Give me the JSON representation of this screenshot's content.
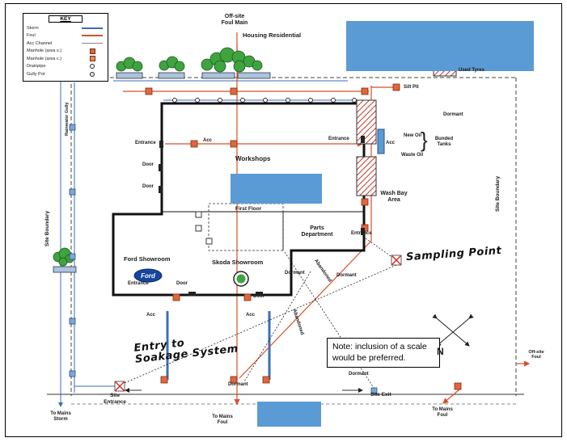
{
  "colors": {
    "storm": "#3a6fb5",
    "foul": "#d4502a",
    "manhole": "#e2663c",
    "redaction": "#5b9bd5",
    "tree": "#3fa33f",
    "hatch": "#c0392b"
  },
  "key": {
    "title": "KEY",
    "items": [
      {
        "label": "Storm",
        "icon": "storm-line"
      },
      {
        "label": "Foul",
        "icon": "foul-line"
      },
      {
        "label": "Acc Channel",
        "icon": "acc-line"
      },
      {
        "label": "Manhole (area s.)",
        "icon": "manhole-square"
      },
      {
        "label": "Manhole (area c.)",
        "icon": "manhole-square"
      },
      {
        "label": "Drainpipe",
        "icon": "drainpipe-circle"
      },
      {
        "label": "Gully Pot",
        "icon": "gully-pot-circle"
      }
    ]
  },
  "labels": {
    "offsite_foul_main": "Off-site\nFoul Main",
    "housing_residential": "Housing Residential",
    "used_tyres": "Used Tyres",
    "silt_pit": "Silt Pit",
    "dormant_tanks": "Dormant",
    "new_oil": "New Oil",
    "waste_oil": "Waste Oil",
    "bunded_tanks": "Bunded\nTanks",
    "brace": "}",
    "acc_wash": "Acc",
    "entrance_west": "Entrance",
    "acc_workshop": "Acc",
    "entrance_east": "Entrance",
    "door_a": "Door",
    "door_b": "Door",
    "workshops": "Workshops",
    "wash_bay_area": "Wash Bay\nArea",
    "first_floor": "First Floor",
    "parts_department": "Parts\nDepartment",
    "entrance_parts": "Entrance",
    "ford_showroom": "Ford Showroom",
    "ford_logo": "Ford",
    "skoda_showroom": "Skoda Showroom",
    "dormant_mid": "Dormant",
    "dormant_mid2": "Dormant",
    "sampling_point": "Sampling Point",
    "entrance_ford": "Entrance",
    "door_c": "Door",
    "door_d": "Door",
    "acc_left": "Acc",
    "acc_mid": "Acc",
    "entry_soakage": "Entry to\nSoakage System",
    "note": "Note: inclusion of a scale\nwould be preferred.",
    "north": "N",
    "offsite_foul": "Off-site\nFoul",
    "dormant_low": "Dormant",
    "dormant_low2": "Dormant",
    "site_entrance": "Site\nEntrance",
    "site_exit": "Site Exit",
    "to_mains_storm": "To Mains\nStorm",
    "to_mains_foul_center": "To Mains\nFoul",
    "to_mains_foul_right": "To Mains\nFoul",
    "site_boundary_left": "Site Boundary",
    "site_boundary_right": "Site Boundary",
    "rainwater_gully": "Rainwater Gully",
    "abandoned_a": "Abandoned",
    "abandoned_b": "Abandoned"
  }
}
